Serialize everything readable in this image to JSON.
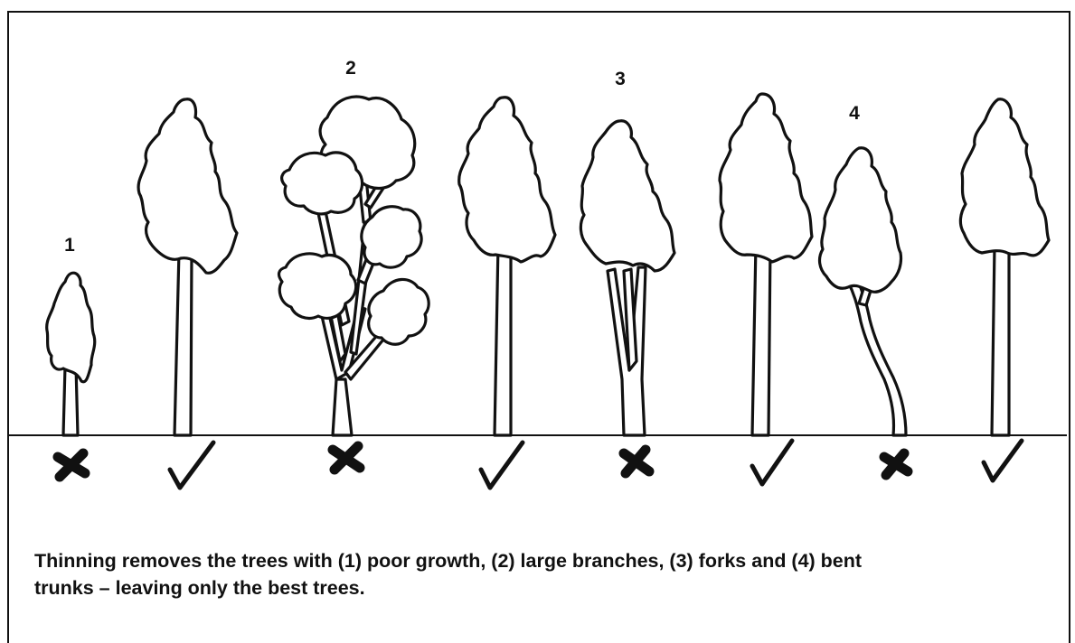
{
  "figure": {
    "labels": {
      "tree1": "1",
      "tree2": "2",
      "tree3": "3",
      "tree4": "4"
    },
    "marks": [
      "remove",
      "keep",
      "remove",
      "keep",
      "remove",
      "keep",
      "remove",
      "keep"
    ],
    "caption_line1": "Thinning removes the trees with (1) poor growth, (2) large branches, (3) forks and (4) bent",
    "caption_line2": "trunks – leaving only the best trees.",
    "icons": {
      "remove": "cross-icon",
      "keep": "checkmark-icon"
    }
  }
}
